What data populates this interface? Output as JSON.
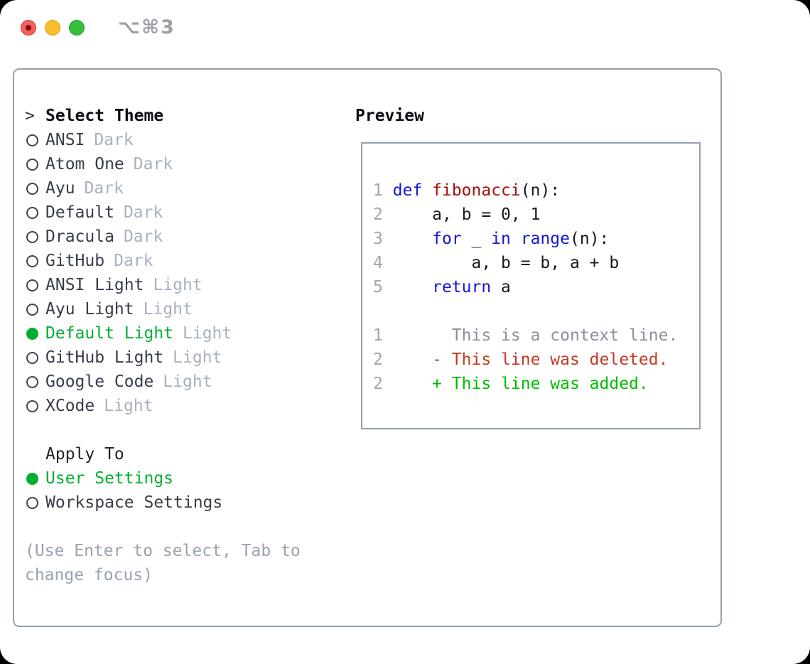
{
  "window": {
    "shortcut": "⌥⌘3",
    "traffic_lights": [
      "close",
      "minimize",
      "zoom"
    ]
  },
  "theme_panel": {
    "header_prefix": ">",
    "header": "Select Theme",
    "items": [
      {
        "name": "ANSI",
        "tag": "Dark",
        "selected": false
      },
      {
        "name": "Atom One",
        "tag": "Dark",
        "selected": false
      },
      {
        "name": "Ayu",
        "tag": "Dark",
        "selected": false
      },
      {
        "name": "Default",
        "tag": "Dark",
        "selected": false
      },
      {
        "name": "Dracula",
        "tag": "Dark",
        "selected": false
      },
      {
        "name": "GitHub",
        "tag": "Dark",
        "selected": false
      },
      {
        "name": "ANSI Light",
        "tag": "Light",
        "selected": false
      },
      {
        "name": "Ayu Light",
        "tag": "Light",
        "selected": false
      },
      {
        "name": "Default Light",
        "tag": "Light",
        "selected": true
      },
      {
        "name": "GitHub Light",
        "tag": "Light",
        "selected": false
      },
      {
        "name": "Google Code",
        "tag": "Light",
        "selected": false
      },
      {
        "name": "XCode",
        "tag": "Light",
        "selected": false
      }
    ],
    "apply_to": {
      "header": "Apply To",
      "options": [
        {
          "label": "User Settings",
          "selected": true
        },
        {
          "label": "Workspace Settings",
          "selected": false
        }
      ]
    },
    "hint_lines": [
      "(Use Enter to select, Tab to",
      "change focus)"
    ]
  },
  "preview": {
    "title": "Preview",
    "lines": [
      {
        "num": "1",
        "segs": [
          {
            "t": "def",
            "c": "kw"
          },
          {
            "t": " ",
            "c": "pl"
          },
          {
            "t": "fibonacci",
            "c": "fn"
          },
          {
            "t": "(n):",
            "c": "pl"
          }
        ]
      },
      {
        "num": "2",
        "segs": [
          {
            "t": "    a, b = 0, 1",
            "c": "pl"
          }
        ]
      },
      {
        "num": "3",
        "segs": [
          {
            "t": "    ",
            "c": "pl"
          },
          {
            "t": "for",
            "c": "kw"
          },
          {
            "t": " _ ",
            "c": "pl"
          },
          {
            "t": "in",
            "c": "kw"
          },
          {
            "t": " ",
            "c": "pl"
          },
          {
            "t": "range",
            "c": "kw"
          },
          {
            "t": "(n):",
            "c": "pl"
          }
        ]
      },
      {
        "num": "4",
        "segs": [
          {
            "t": "        a, b = b, a + b",
            "c": "pl"
          }
        ]
      },
      {
        "num": "5",
        "segs": [
          {
            "t": "    ",
            "c": "pl"
          },
          {
            "t": "return",
            "c": "kw"
          },
          {
            "t": " a",
            "c": "pl"
          }
        ]
      },
      {
        "num": "",
        "segs": []
      },
      {
        "num": "1",
        "segs": [
          {
            "t": "      This is a context line.",
            "c": "ctx"
          }
        ]
      },
      {
        "num": "2",
        "segs": [
          {
            "t": "    - This line was deleted.",
            "c": "del"
          }
        ]
      },
      {
        "num": "2",
        "segs": [
          {
            "t": "    + This line was added.",
            "c": "add"
          }
        ]
      }
    ]
  },
  "colors": {
    "accent_green": "#00ae32",
    "diff_added": "#00bd00",
    "diff_deleted": "#c33a24",
    "diff_context": "#8b929b",
    "code_keyword": "#1515d6",
    "code_function": "#a50f0f",
    "code_plain": "#16191e",
    "line_number": "#9ba6b4",
    "muted_tag": "#a7b1c0",
    "hint": "#98a2b0",
    "item_text": "#363d49",
    "border": "#96a0ac",
    "traffic_red": "#f4605a",
    "traffic_yellow": "#f9bd2e",
    "traffic_green": "#33c03d"
  }
}
